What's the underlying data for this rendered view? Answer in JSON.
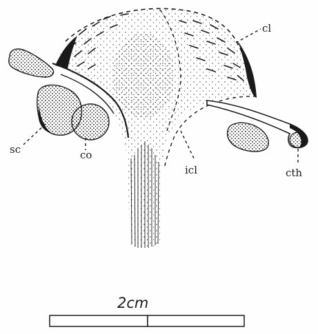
{
  "labels": {
    "clavicle": "cl",
    "scapula": "sc",
    "coracoid": "co",
    "interclavicle": "icl",
    "cleithrum": "cth"
  },
  "scale_bar": {
    "label": "2cm"
  },
  "colors": {
    "ink": "#1a1a1a",
    "paper": "#fefefe"
  }
}
